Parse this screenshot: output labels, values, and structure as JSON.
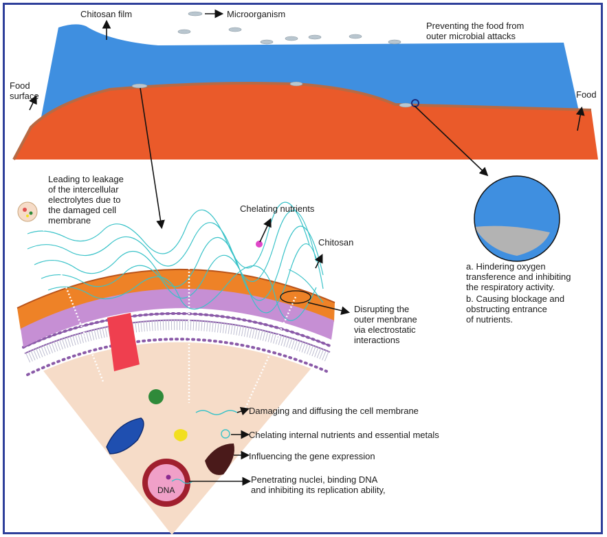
{
  "top_labels": {
    "chitosan_film": "Chitosan film",
    "microorganism": "Microorganism",
    "preventing": "Preventing the food from\nouter microbial attacks",
    "food_surface": "Food\nsurface",
    "food": "Food"
  },
  "mechanisms": {
    "leakage": "Leading to leakage\nof the intercellular\nelectrolytes due to\nthe damaged cell\nmembrane",
    "chelating_nutrients": "Chelating nutrients",
    "chitosan": "Chitosan",
    "disrupting": "Disrupting the\nouter menbrane\nvia electrostatic\ninteractions",
    "damaging": "Damaging and diffusing the cell membrane",
    "chelating_internal": "Chelating internal nutrients and essential metals",
    "gene_expression": "Influencing the gene expression",
    "penetrating": "Penetrating nuclei, binding DNA\nand inhibiting its replication ability,",
    "dna": "DNA"
  },
  "zoom_notes": {
    "a": "a. Hindering oxygen\n    transference and inhibiting\n    the respiratory activity.",
    "b": "b. Causing blockage and\n    obstructing entrance\n    of nutrients."
  },
  "colors": {
    "film_blue": "#3f8fe0",
    "food_orange": "#ea5a2a",
    "frame_navy": "#2e3f9a",
    "chitosan_teal": "#38c2c8",
    "cell_interior": "#f6dcc8"
  }
}
